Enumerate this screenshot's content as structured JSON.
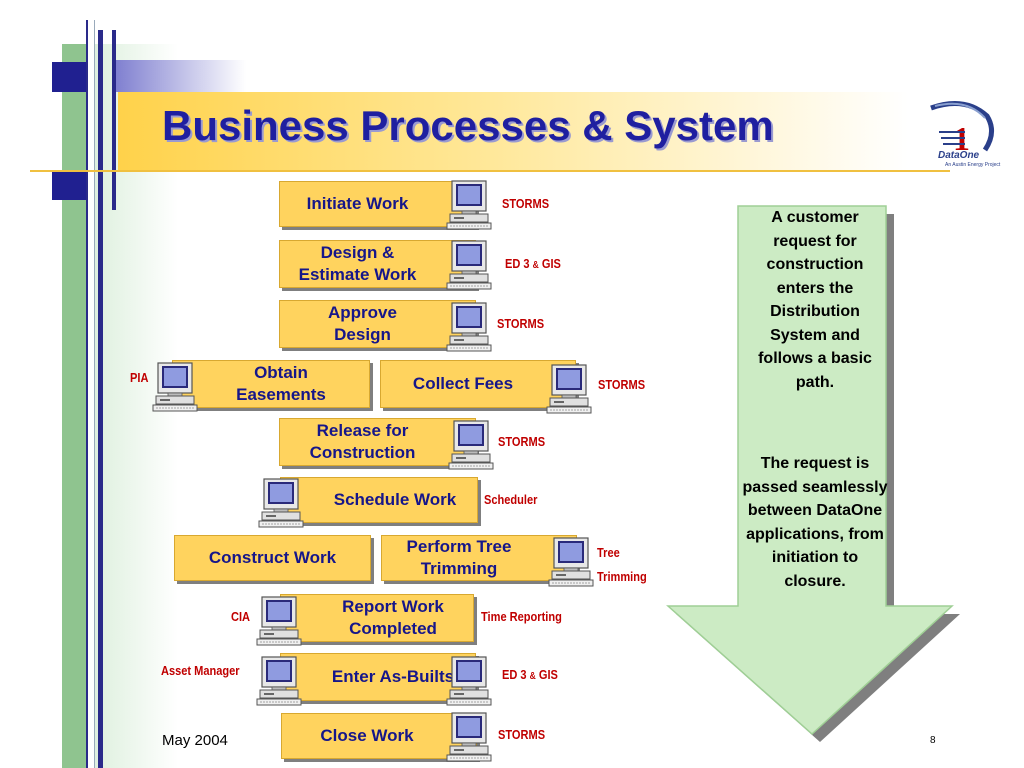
{
  "slide": {
    "title": "Business Processes & System",
    "footer_date": "May 2004",
    "page_number": "8"
  },
  "logo": {
    "name": "DataOne",
    "tagline": "An Austin Energy Project",
    "icon": "dataone-logo-icon"
  },
  "steps": [
    {
      "label": "Initiate Work",
      "system": "STORMS"
    },
    {
      "label": "Design & Estimate Work",
      "line1": "Design &",
      "line2": "Estimate Work",
      "system_main": "ED 3",
      "system_amp": "&",
      "system_tail": "GIS"
    },
    {
      "label": "Approve Design",
      "line1": "Approve",
      "line2": "Design",
      "system": "STORMS"
    },
    {
      "label": "Obtain Easements",
      "line1": "Obtain",
      "line2": "Easements",
      "system": "PIA"
    },
    {
      "label": "Collect Fees",
      "system": "STORMS"
    },
    {
      "label": "Release for Construction",
      "line1": "Release for",
      "line2": "Construction",
      "system": "STORMS"
    },
    {
      "label": "Schedule Work",
      "system": "Scheduler"
    },
    {
      "label": "Construct Work"
    },
    {
      "label": "Perform Tree Trimming",
      "line1": "Perform Tree",
      "line2": "Trimming",
      "system_line1": "Tree",
      "system_line2": "Trimming"
    },
    {
      "label": "Report Work Completed",
      "line1": "Report Work",
      "line2": "Completed",
      "system_left": "CIA",
      "system_right": "Time Reporting"
    },
    {
      "label": "Enter As-Builts",
      "system_left": "Asset Manager",
      "system_main": "ED 3",
      "system_amp": "&",
      "system_tail": "GIS"
    },
    {
      "label": "Close Work",
      "system": "STORMS"
    }
  ],
  "side_note": {
    "paragraph1": "A customer request for construction enters the Distribution System and follows a basic path.",
    "paragraph2": "The request is passed seamlessly between DataOne applications, from initiation to closure."
  },
  "colors": {
    "title": "#1f1fa0",
    "box_fill": "#ffd35e",
    "box_text": "#16168a",
    "system_label": "#c00000",
    "arrow_fill": "#ccebc4"
  },
  "icons": {
    "computer": "computer-icon"
  }
}
